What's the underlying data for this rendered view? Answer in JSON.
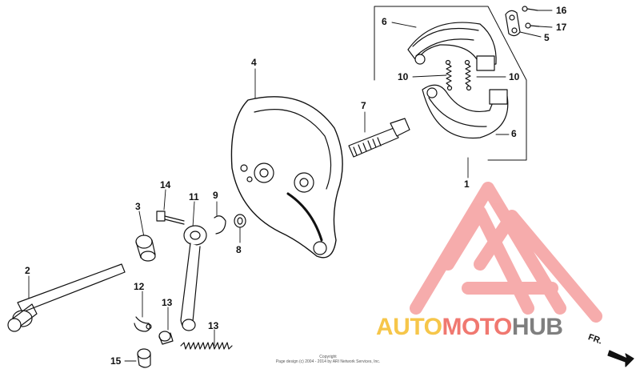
{
  "callouts": [
    {
      "id": "c1",
      "text": "1"
    },
    {
      "id": "c2",
      "text": "2"
    },
    {
      "id": "c3",
      "text": "3"
    },
    {
      "id": "c4",
      "text": "4"
    },
    {
      "id": "c5",
      "text": "5"
    },
    {
      "id": "c6a",
      "text": "6"
    },
    {
      "id": "c6b",
      "text": "6"
    },
    {
      "id": "c7",
      "text": "7"
    },
    {
      "id": "c8",
      "text": "8"
    },
    {
      "id": "c9",
      "text": "9"
    },
    {
      "id": "c10a",
      "text": "10"
    },
    {
      "id": "c10b",
      "text": "10"
    },
    {
      "id": "c11",
      "text": "11"
    },
    {
      "id": "c12",
      "text": "12"
    },
    {
      "id": "c13a",
      "text": "13"
    },
    {
      "id": "c13b",
      "text": "13"
    },
    {
      "id": "c14",
      "text": "14"
    },
    {
      "id": "c15",
      "text": "15"
    },
    {
      "id": "c16",
      "text": "16"
    },
    {
      "id": "c17",
      "text": "17"
    }
  ],
  "copyright": {
    "line1": "Copyright",
    "line2": "Page design (c) 2004 - 2014 by ARI Network Services, Inc."
  },
  "watermark": {
    "part1": "AUTO",
    "part2": "MOTO",
    "part3": "HUB",
    "colors": {
      "auto": "#f6c64a",
      "moto": "#f07870",
      "hub": "#7f7f7f"
    }
  },
  "direction_marker": {
    "text": "FR."
  }
}
